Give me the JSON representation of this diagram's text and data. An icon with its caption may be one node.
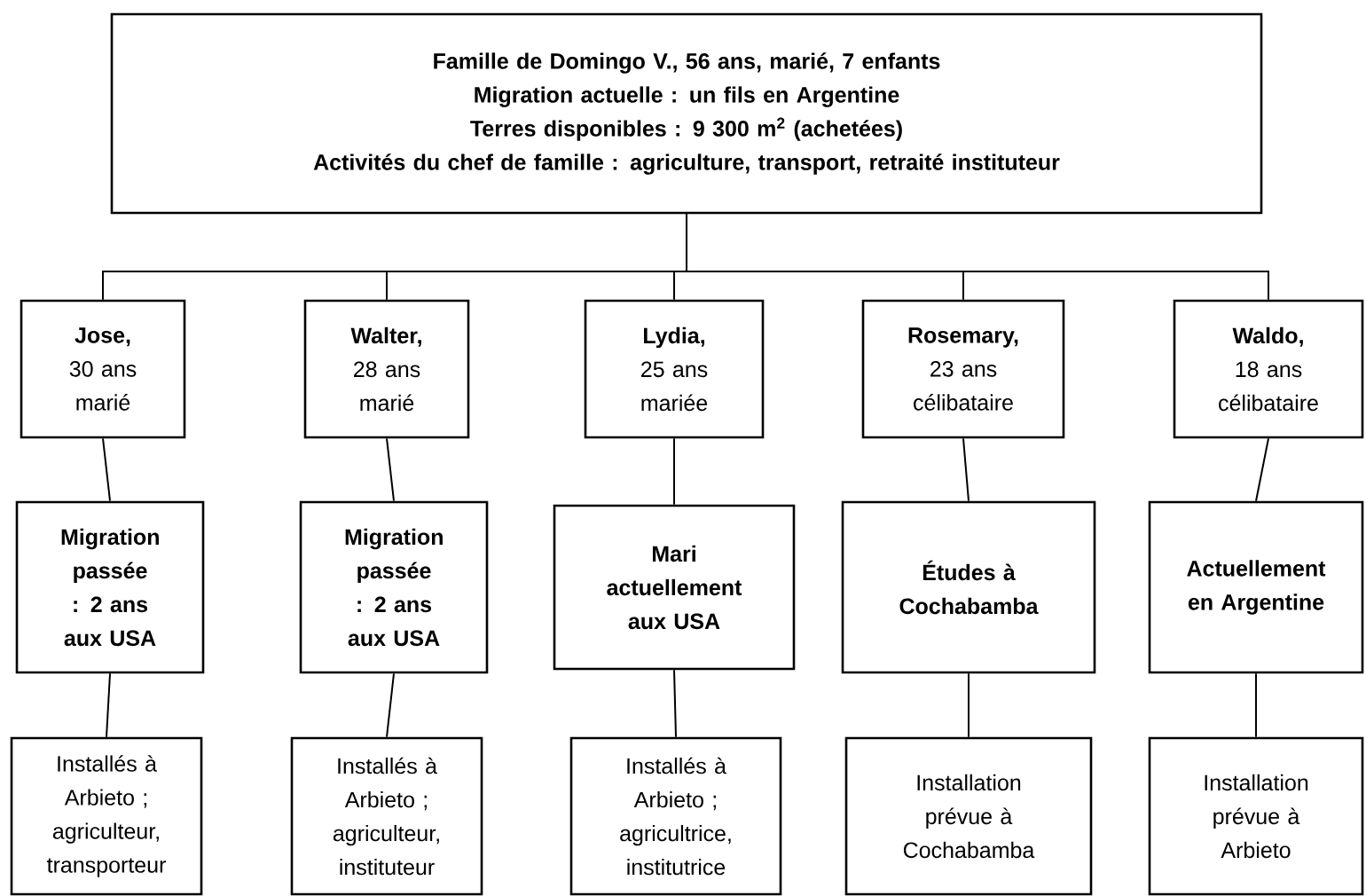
{
  "diagram": {
    "nodes": [
      {
        "text": [
          "Famille de Domingo V., 56 ans, marié, 7 enfants",
          "Migration actuelle : un fils en Argentine",
          "Terres disponibles : 9 300 m$^{2}$ (achetées)",
          "Activités du chef de famille : agriculture, transport, retraité instituteur"
        ]
      },
      {
        "text": [
          "Jose,",
          "30 ans marié"
        ]
      },
      {
        "text": [
          "Walter,",
          "28 ans marié"
        ]
      },
      {
        "text": [
          "Lydia,",
          "25 ans mariée"
        ]
      },
      {
        "text": [
          "Rosemary,",
          "23 ans célibataire"
        ]
      },
      {
        "text": [
          "Waldo,",
          "18 ans célibataire"
        ]
      },
      {
        "text": [
          "Migration passée : 2 ans aux USA"
        ]
      },
      {
        "text": [
          "Migration passée : 2 ans aux USA"
        ]
      },
      {
        "text": [
          "Mari actuellement aux USA"
        ]
      },
      {
        "text": [
          "Études à Cochabamba"
        ]
      },
      {
        "text": [
          "Actuellement en Argentine"
        ]
      },
      {
        "text": [
          "Installés à Arbieto ; agriculteur, transporteur"
        ]
      },
      {
        "text": [
          "Installés à Arbieto ; agriculteur, instituteur"
        ]
      },
      {
        "text": [
          "Installés à Arbieto ; agricultrice, institutrice"
        ]
      },
      {
        "text": [
          "Installation prévue à Cochabamba"
        ]
      },
      {
        "text": [
          "Installation prévue à Arbieto"
        ]
      }
    ],
    "edges": [
      {
        "from": 0,
        "to": 1,
        "arrow": "none"
      },
      {
        "from": 0,
        "to": 2,
        "arrow": "none"
      },
      {
        "from": 0,
        "to": 3,
        "arrow": "none"
      },
      {
        "from": 0,
        "to": 4,
        "arrow": "none"
      },
      {
        "from": 0,
        "to": 5,
        "arrow": "none"
      },
      {
        "from": 1,
        "to": 6,
        "arrow": "none"
      },
      {
        "from": 2,
        "to": 7,
        "arrow": "none"
      },
      {
        "from": 3,
        "to": 8,
        "arrow": "none"
      },
      {
        "from": 4,
        "to": 9,
        "arrow": "none"
      },
      {
        "from": 5,
        "to": 10,
        "arrow": "none"
      },
      {
        "from": 6,
        "to": 11,
        "arrow": "none"
      },
      {
        "from": 7,
        "to": 12,
        "arrow": "none"
      },
      {
        "from": 8,
        "to": 13,
        "arrow": "none"
      },
      {
        "from": 9,
        "to": 14,
        "arrow": "none"
      },
      {
        "from": 10,
        "to": 15,
        "arrow": "none"
      }
    ]
  }
}
